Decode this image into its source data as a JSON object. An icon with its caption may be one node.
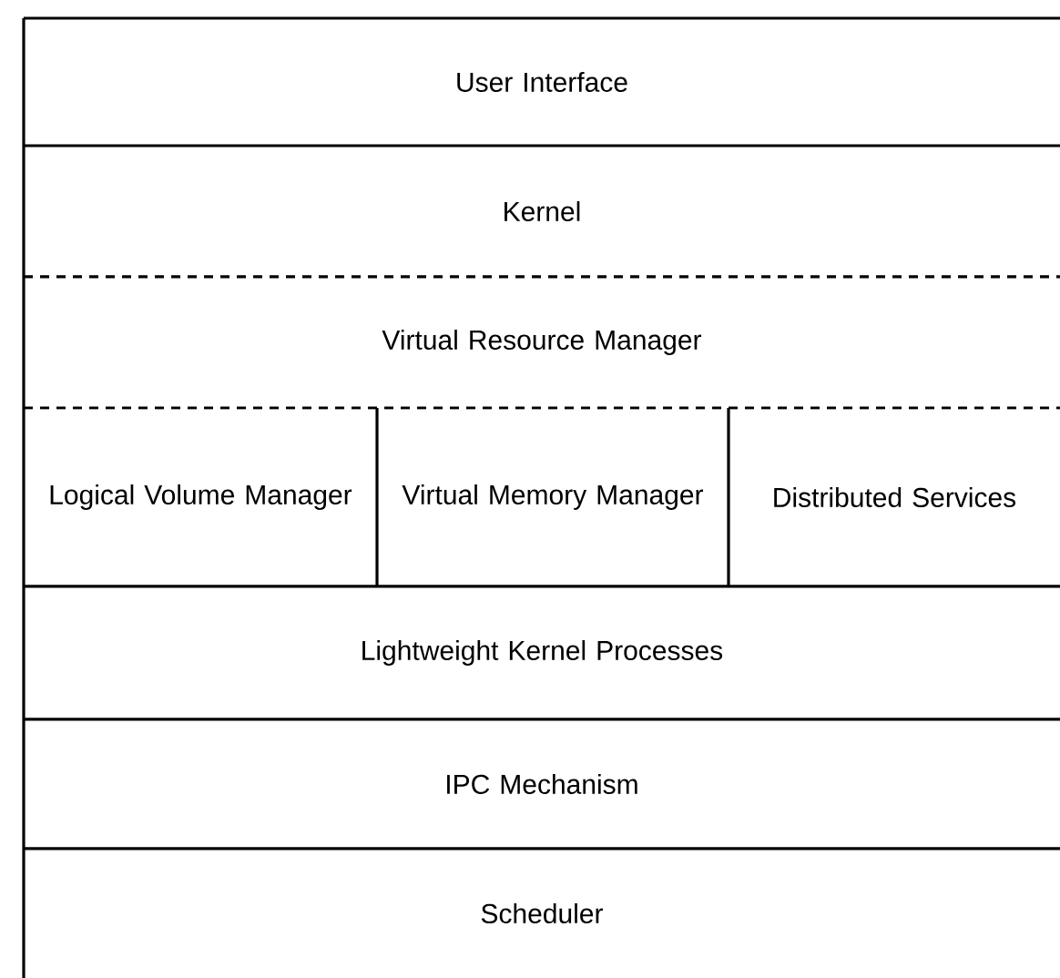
{
  "diagram": {
    "nodes": [
      {
        "text": [
          "User Interface"
        ]
      },
      {
        "text": [
          "Kernel"
        ]
      },
      {
        "text": [
          "Virtual Resource Manager"
        ]
      },
      {
        "text": [
          "Logical Volume Manager"
        ]
      },
      {
        "text": [
          "Virtual Memory Manager"
        ]
      },
      {
        "text": [
          "Distributed Services"
        ]
      },
      {
        "text": [
          "Lightweight Kernel Processes"
        ]
      },
      {
        "text": [
          "IPC Mechanism"
        ]
      },
      {
        "text": [
          "Scheduler"
        ]
      }
    ]
  }
}
